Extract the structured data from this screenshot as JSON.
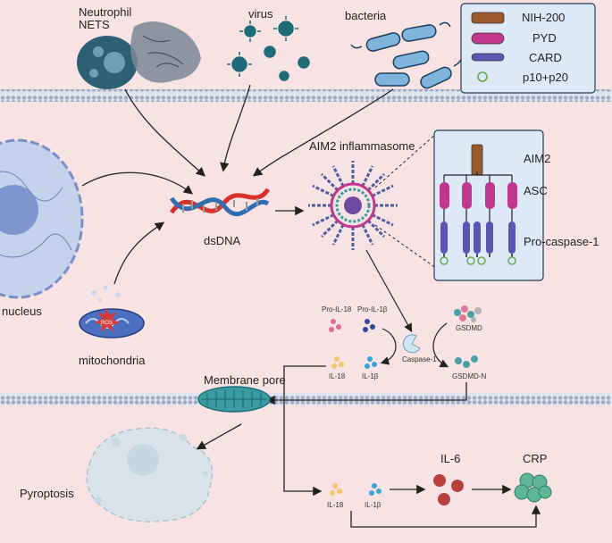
{
  "labels": {
    "neutrophil": [
      "Neutrophil",
      "NETS"
    ],
    "virus": "virus",
    "bacteria": "bacteria",
    "nucleus": "nucleus",
    "mitochondria": "mitochondria",
    "ros": "ROS",
    "dsdna": "dsDNA",
    "aim2_inflammasome": "AIM2 inflammasome",
    "pro_il18": "Pro-IL-18",
    "pro_il1b": "Pro-IL-1β",
    "il18_top": "IL-18",
    "il1b_top": "IL-1β",
    "caspase1": "Caspase-1",
    "gsdmd": "GSDMD",
    "gsdmd_n": "GSDMD-N",
    "membrane_pore": "Membrane pore",
    "pyroptosis": "Pyroptosis",
    "il18_bottom": "IL-18",
    "il1b_bottom": "IL-1β",
    "il6": "IL-6",
    "crp": "CRP"
  },
  "legend": {
    "items": [
      {
        "label": "NIH-200",
        "color": "#9a5a2e"
      },
      {
        "label": "PYD",
        "color": "#c0378c"
      },
      {
        "label": "CARD",
        "color": "#5b56b3"
      },
      {
        "label": "p10+p20",
        "color": "#6aa84f"
      }
    ]
  },
  "inflammasome_detail": {
    "aim2": "AIM2",
    "asc": "ASC",
    "pro_caspase": "Pro-caspase-1"
  },
  "colors": {
    "background": "#f7e3e3",
    "membrane": "#b9c2d6",
    "dna_red": "#d7312a",
    "dna_blue": "#2f6fb0",
    "virus_teal": "#1f6b78",
    "bacteria_blue": "#7fb4dc",
    "il6_red": "#b8403e",
    "crp_teal": "#5fb59a",
    "pore_teal": "#3a9ca0"
  }
}
